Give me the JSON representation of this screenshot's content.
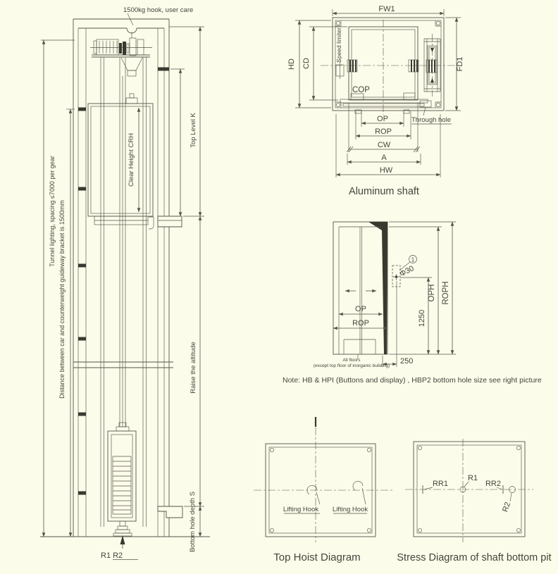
{
  "colors": {
    "background": "#FCFCEA",
    "line": "#55544B",
    "dark_fill": "#3A3930",
    "text": "#45443C"
  },
  "elevation": {
    "hook_note": "1500kg hook, user care",
    "dim_tunnel_lighting": "Tunnel lighting, spacing ≤7000 per gear",
    "dim_bracket_distance": "Distance between car and counterweight guideway bracket is 1500mm",
    "car_clear_height": "Clear Height CRH",
    "dim_top_level": "Top Level K",
    "dim_raise_altitude": "Raise the altitude",
    "dim_pit_depth": "Bottom hole depth S",
    "reaction_label": "R1 R2"
  },
  "plan": {
    "caption": "Aluminum shaft",
    "speed_limiter": "Speed limiter",
    "cop": "COP",
    "through_hole": "Through hole",
    "dims": {
      "fw1": "FW1",
      "hd": "HD",
      "cd": "CD",
      "fd1": "FD1",
      "op": "OP",
      "rop": "ROP",
      "cw": "CW",
      "a": "A",
      "hw": "HW"
    }
  },
  "door": {
    "dims": {
      "op": "OP",
      "rop": "ROP",
      "oph": "OPH",
      "roph": "ROPH",
      "h1250": "1250",
      "h250": "250",
      "hole_dia": "Φ30",
      "balloon": "1"
    },
    "floors_note_line1": "All floors",
    "floors_note_line2": "(except top floor of inorganic building)",
    "note": "Note: HB & HPI (Buttons and display) , HBP2 bottom hole size see right picture"
  },
  "hoist": {
    "caption": "Top Hoist Diagram",
    "lifting_hook": "Lifting Hook"
  },
  "stress": {
    "caption": "Stress Diagram of shaft bottom pit",
    "labels": {
      "rr1": "RR1",
      "r1": "R1",
      "rr2": "RR2",
      "r2": "R2"
    }
  }
}
